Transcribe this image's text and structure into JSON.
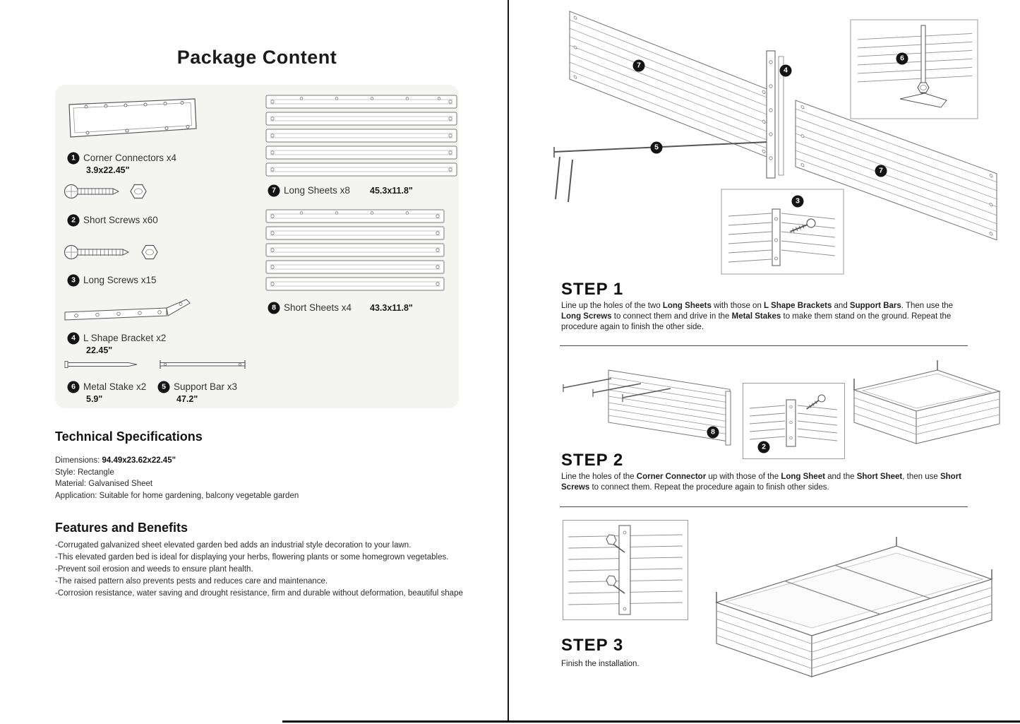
{
  "left": {
    "title": "Package Content",
    "parts": {
      "corner": {
        "num": "1",
        "label": "Corner Connectors x4",
        "dim": "3.9x22.45\""
      },
      "short_screws": {
        "num": "2",
        "label": "Short Screws x60"
      },
      "long_screws": {
        "num": "3",
        "label": "Long Screws x15"
      },
      "bracket": {
        "num": "4",
        "label": "L Shape Bracket x2",
        "dim": "22.45\""
      },
      "stake": {
        "num": "6",
        "label": "Metal Stake x2",
        "dim": "5.9\""
      },
      "support": {
        "num": "5",
        "label": "Support Bar x3",
        "dim": "47.2\""
      },
      "long_sheets": {
        "num": "7",
        "label": "Long Sheets x8",
        "dim": "45.3x11.8\""
      },
      "short_sheets": {
        "num": "8",
        "label": "Short Sheets x4",
        "dim": "43.3x11.8\""
      }
    },
    "tech": {
      "heading": "Technical Specifications",
      "dimensions_label": "Dimensions: ",
      "dimensions_value": "94.49x23.62x22.45\"",
      "style_line": "Style: Rectangle",
      "material_line": "Material: Galvanised Sheet",
      "application_line": "Application: Suitable for home gardening, balcony vegetable garden"
    },
    "features": {
      "heading": "Features and Benefits",
      "items": [
        "-Corrugated galvanized sheet elevated garden bed adds an industrial style decoration to your lawn.",
        "-This elevated garden bed is ideal for displaying your herbs, flowering plants or some homegrown vegetables.",
        "-Prevent soil erosion and weeds to ensure plant health.",
        "-The raised pattern also prevents pests and reduces care and maintenance.",
        "-Corrosion resistance, water saving and drought resistance, firm and durable without deformation, beautiful shape"
      ]
    }
  },
  "right": {
    "step1": {
      "heading": "STEP 1",
      "badges": [
        "7",
        "4",
        "6",
        "5",
        "3",
        "7"
      ],
      "body": [
        {
          "t": "Line up the holes of the two ",
          "b": false
        },
        {
          "t": "Long Sheets",
          "b": true
        },
        {
          "t": " with those on ",
          "b": false
        },
        {
          "t": "L Shape Brackets",
          "b": true
        },
        {
          "t": " and ",
          "b": false
        },
        {
          "t": "Support Bars",
          "b": true
        },
        {
          "t": ". Then use the ",
          "b": false
        },
        {
          "t": "Long Screws",
          "b": true
        },
        {
          "t": " to connect them and drive in the ",
          "b": false
        },
        {
          "t": "Metal Stakes",
          "b": true
        },
        {
          "t": " to make them stand on the ground. Repeat the procedure again to finish the other side.",
          "b": false
        }
      ]
    },
    "step2": {
      "heading": "STEP 2",
      "badges": [
        "8",
        "2"
      ],
      "body": [
        {
          "t": "Line the holes of the ",
          "b": false
        },
        {
          "t": "Corner Connector",
          "b": true
        },
        {
          "t": " up with those of the ",
          "b": false
        },
        {
          "t": "Long Sheet",
          "b": true
        },
        {
          "t": " and the ",
          "b": false
        },
        {
          "t": "Short Sheet",
          "b": true
        },
        {
          "t": ", then use ",
          "b": false
        },
        {
          "t": "Short Screws",
          "b": true
        },
        {
          "t": " to connect them. Repeat the procedure again to finish other sides.",
          "b": false
        }
      ]
    },
    "step3": {
      "heading": "STEP 3",
      "body": [
        {
          "t": "Finish the installation.",
          "b": false
        }
      ]
    }
  }
}
